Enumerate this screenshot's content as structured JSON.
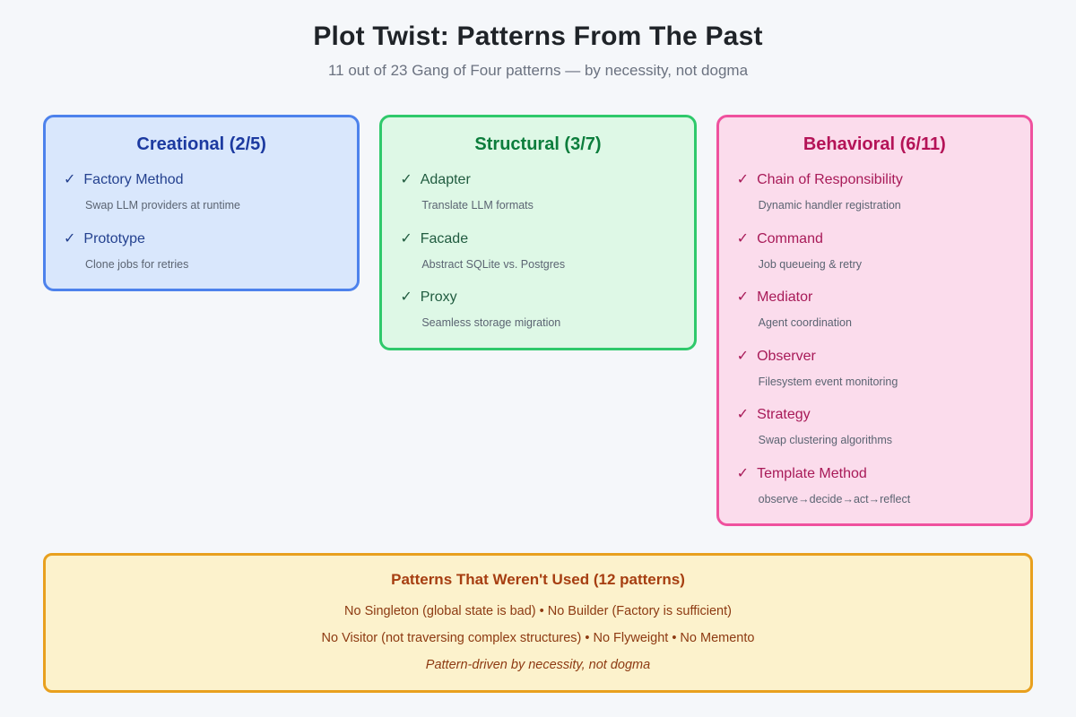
{
  "page": {
    "title": "Plot Twist: Patterns From The Past",
    "subtitle": "11 out of 23 Gang of Four patterns — by necessity, not dogma",
    "background": "#f5f7fa",
    "title_color": "#1f2328",
    "subtitle_color": "#6b7280",
    "muted_text_color": "#5b6472",
    "check_icon": "✓"
  },
  "categories": [
    {
      "title": "Creational (2/5)",
      "colors": {
        "bg": "#d9e7fc",
        "border": "#4d82ec",
        "title": "#1c3aa0",
        "name": "#24418f"
      },
      "items": [
        {
          "name": "Factory Method",
          "desc": "Swap LLM providers at runtime"
        },
        {
          "name": "Prototype",
          "desc": "Clone jobs for retries"
        }
      ]
    },
    {
      "title": "Structural (3/7)",
      "colors": {
        "bg": "#def8e6",
        "border": "#2fc96b",
        "title": "#0c7d3c",
        "name": "#215c40"
      },
      "items": [
        {
          "name": "Adapter",
          "desc": "Translate LLM formats"
        },
        {
          "name": "Facade",
          "desc": "Abstract SQLite vs. Postgres"
        },
        {
          "name": "Proxy",
          "desc": "Seamless storage migration"
        }
      ]
    },
    {
      "title": "Behavioral (6/11)",
      "colors": {
        "bg": "#fbdcec",
        "border": "#ef519e",
        "title": "#b41357",
        "name": "#a81a58"
      },
      "items": [
        {
          "name": "Chain of Responsibility",
          "desc": "Dynamic handler registration"
        },
        {
          "name": "Command",
          "desc": "Job queueing & retry"
        },
        {
          "name": "Mediator",
          "desc": "Agent coordination"
        },
        {
          "name": "Observer",
          "desc": "Filesystem event monitoring"
        },
        {
          "name": "Strategy",
          "desc": "Swap clustering algorithms"
        },
        {
          "name": "Template Method",
          "desc": "observe→decide→act→reflect"
        }
      ]
    }
  ],
  "unused": {
    "title": "Patterns That Weren't Used (12 patterns)",
    "lines": [
      "No Singleton (global state is bad) • No Builder (Factory is sufficient)",
      "No Visitor (not traversing complex structures) • No Flyweight • No Memento"
    ],
    "note": "Pattern-driven by necessity, not dogma",
    "colors": {
      "bg": "#fcf2cc",
      "border": "#e8a01e",
      "title": "#a63e11",
      "text": "#8d3a12"
    }
  }
}
